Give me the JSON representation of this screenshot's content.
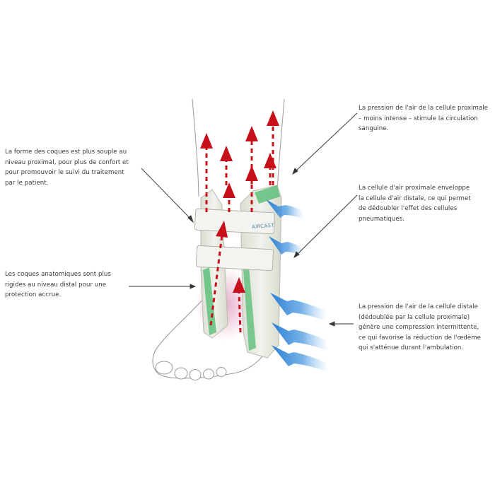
{
  "annotations": {
    "shell_shape": [
      "La forme des coques est plus souple au",
      "niveau proximal, pour plus de confort et",
      "pour promouvoir le suivi du traitement",
      "par le patient."
    ],
    "anatomic_shells": [
      "Les coques anatomiques sont plus",
      "rigides au niveau distal pour une",
      "protection accrue."
    ],
    "proximal_pressure": [
      "La pression de l'air de la cellule proximale",
      "– moins intense –  stimule la circulation",
      "sanguine."
    ],
    "proximal_cell": [
      "La cellule d'air proximale enveloppe",
      "la cellule d'air distale, ce qui permet",
      "de dédoubler l'effet des cellules",
      "pneumatiques."
    ],
    "distal_pressure": [
      "La pression de l'air de la cellule distale",
      "(dédoublée par la cellule proximale)",
      "génère une compression intermittente,",
      "ce qui favorise la réduction de l'œdème",
      "qui s'atténue durant l'ambulation."
    ]
  },
  "brand": {
    "logo_text": "AIRCAST"
  },
  "colors": {
    "flow_arrow": "#c8101a",
    "pressure_arrow": "#2a7fd4",
    "brace_shell": "#e9ece4",
    "air_cell": "#5fbf7a",
    "leader_line": "#333333",
    "text": "#3a3a3a"
  }
}
